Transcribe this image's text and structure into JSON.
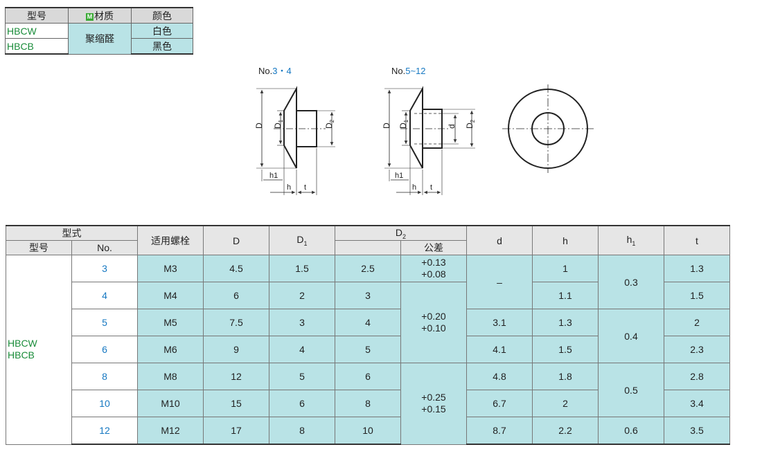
{
  "material_table": {
    "headers": {
      "model": "型号",
      "material_badge": "M",
      "material": "材质",
      "color": "颜色"
    },
    "rows": [
      {
        "model": "HBCW",
        "color": "白色"
      },
      {
        "model": "HBCB",
        "color": "黑色"
      }
    ],
    "material": "聚缩醛"
  },
  "drawings": {
    "label_a_prefix": "No.",
    "label_a_suffix": "3・4",
    "label_b_prefix": "No.",
    "label_b_suffix": "5~12",
    "dims": {
      "D": "D",
      "D1": "D",
      "D1_sub": "1",
      "D2": "D",
      "D2_sub": "2",
      "d": "d",
      "h": "h",
      "h1": "h1",
      "t": "t"
    }
  },
  "spec_table": {
    "headers": {
      "type": "型式",
      "model": "型号",
      "no": "No.",
      "bolt": "适用螺栓",
      "D": "D",
      "D1": "D",
      "D1_sub": "1",
      "D2": "D",
      "D2_sub": "2",
      "tolerance": "公差",
      "d": "d",
      "h": "h",
      "h1": "h",
      "h1_sub": "1",
      "t": "t"
    },
    "model_line1": "HBCW",
    "model_line2": "HBCB",
    "tol_a_upper": "+0.13",
    "tol_a_lower": "+0.08",
    "tol_b_upper": "+0.20",
    "tol_b_lower": "+0.10",
    "tol_c_upper": "+0.25",
    "tol_c_lower": "+0.15",
    "d_dash": "–",
    "h1_a": "0.3",
    "h1_b": "0.4",
    "h1_c": "0.5",
    "h1_d": "0.6",
    "rows": [
      {
        "no": "3",
        "bolt": "M3",
        "D": "4.5",
        "D1": "1.5",
        "D2": "2.5",
        "d": "",
        "h": "1",
        "t": "1.3"
      },
      {
        "no": "4",
        "bolt": "M4",
        "D": "6",
        "D1": "2",
        "D2": "3",
        "d": "",
        "h": "1.1",
        "t": "1.5"
      },
      {
        "no": "5",
        "bolt": "M5",
        "D": "7.5",
        "D1": "3",
        "D2": "4",
        "d": "3.1",
        "h": "1.3",
        "t": "2"
      },
      {
        "no": "6",
        "bolt": "M6",
        "D": "9",
        "D1": "4",
        "D2": "5",
        "d": "4.1",
        "h": "1.5",
        "t": "2.3"
      },
      {
        "no": "8",
        "bolt": "M8",
        "D": "12",
        "D1": "5",
        "D2": "6",
        "d": "4.8",
        "h": "1.8",
        "t": "2.8"
      },
      {
        "no": "10",
        "bolt": "M10",
        "D": "15",
        "D1": "6",
        "D2": "8",
        "d": "6.7",
        "h": "2",
        "t": "3.4"
      },
      {
        "no": "12",
        "bolt": "M12",
        "D": "17",
        "D1": "8",
        "D2": "10",
        "d": "8.7",
        "h": "2.2",
        "t": "3.5"
      }
    ]
  }
}
